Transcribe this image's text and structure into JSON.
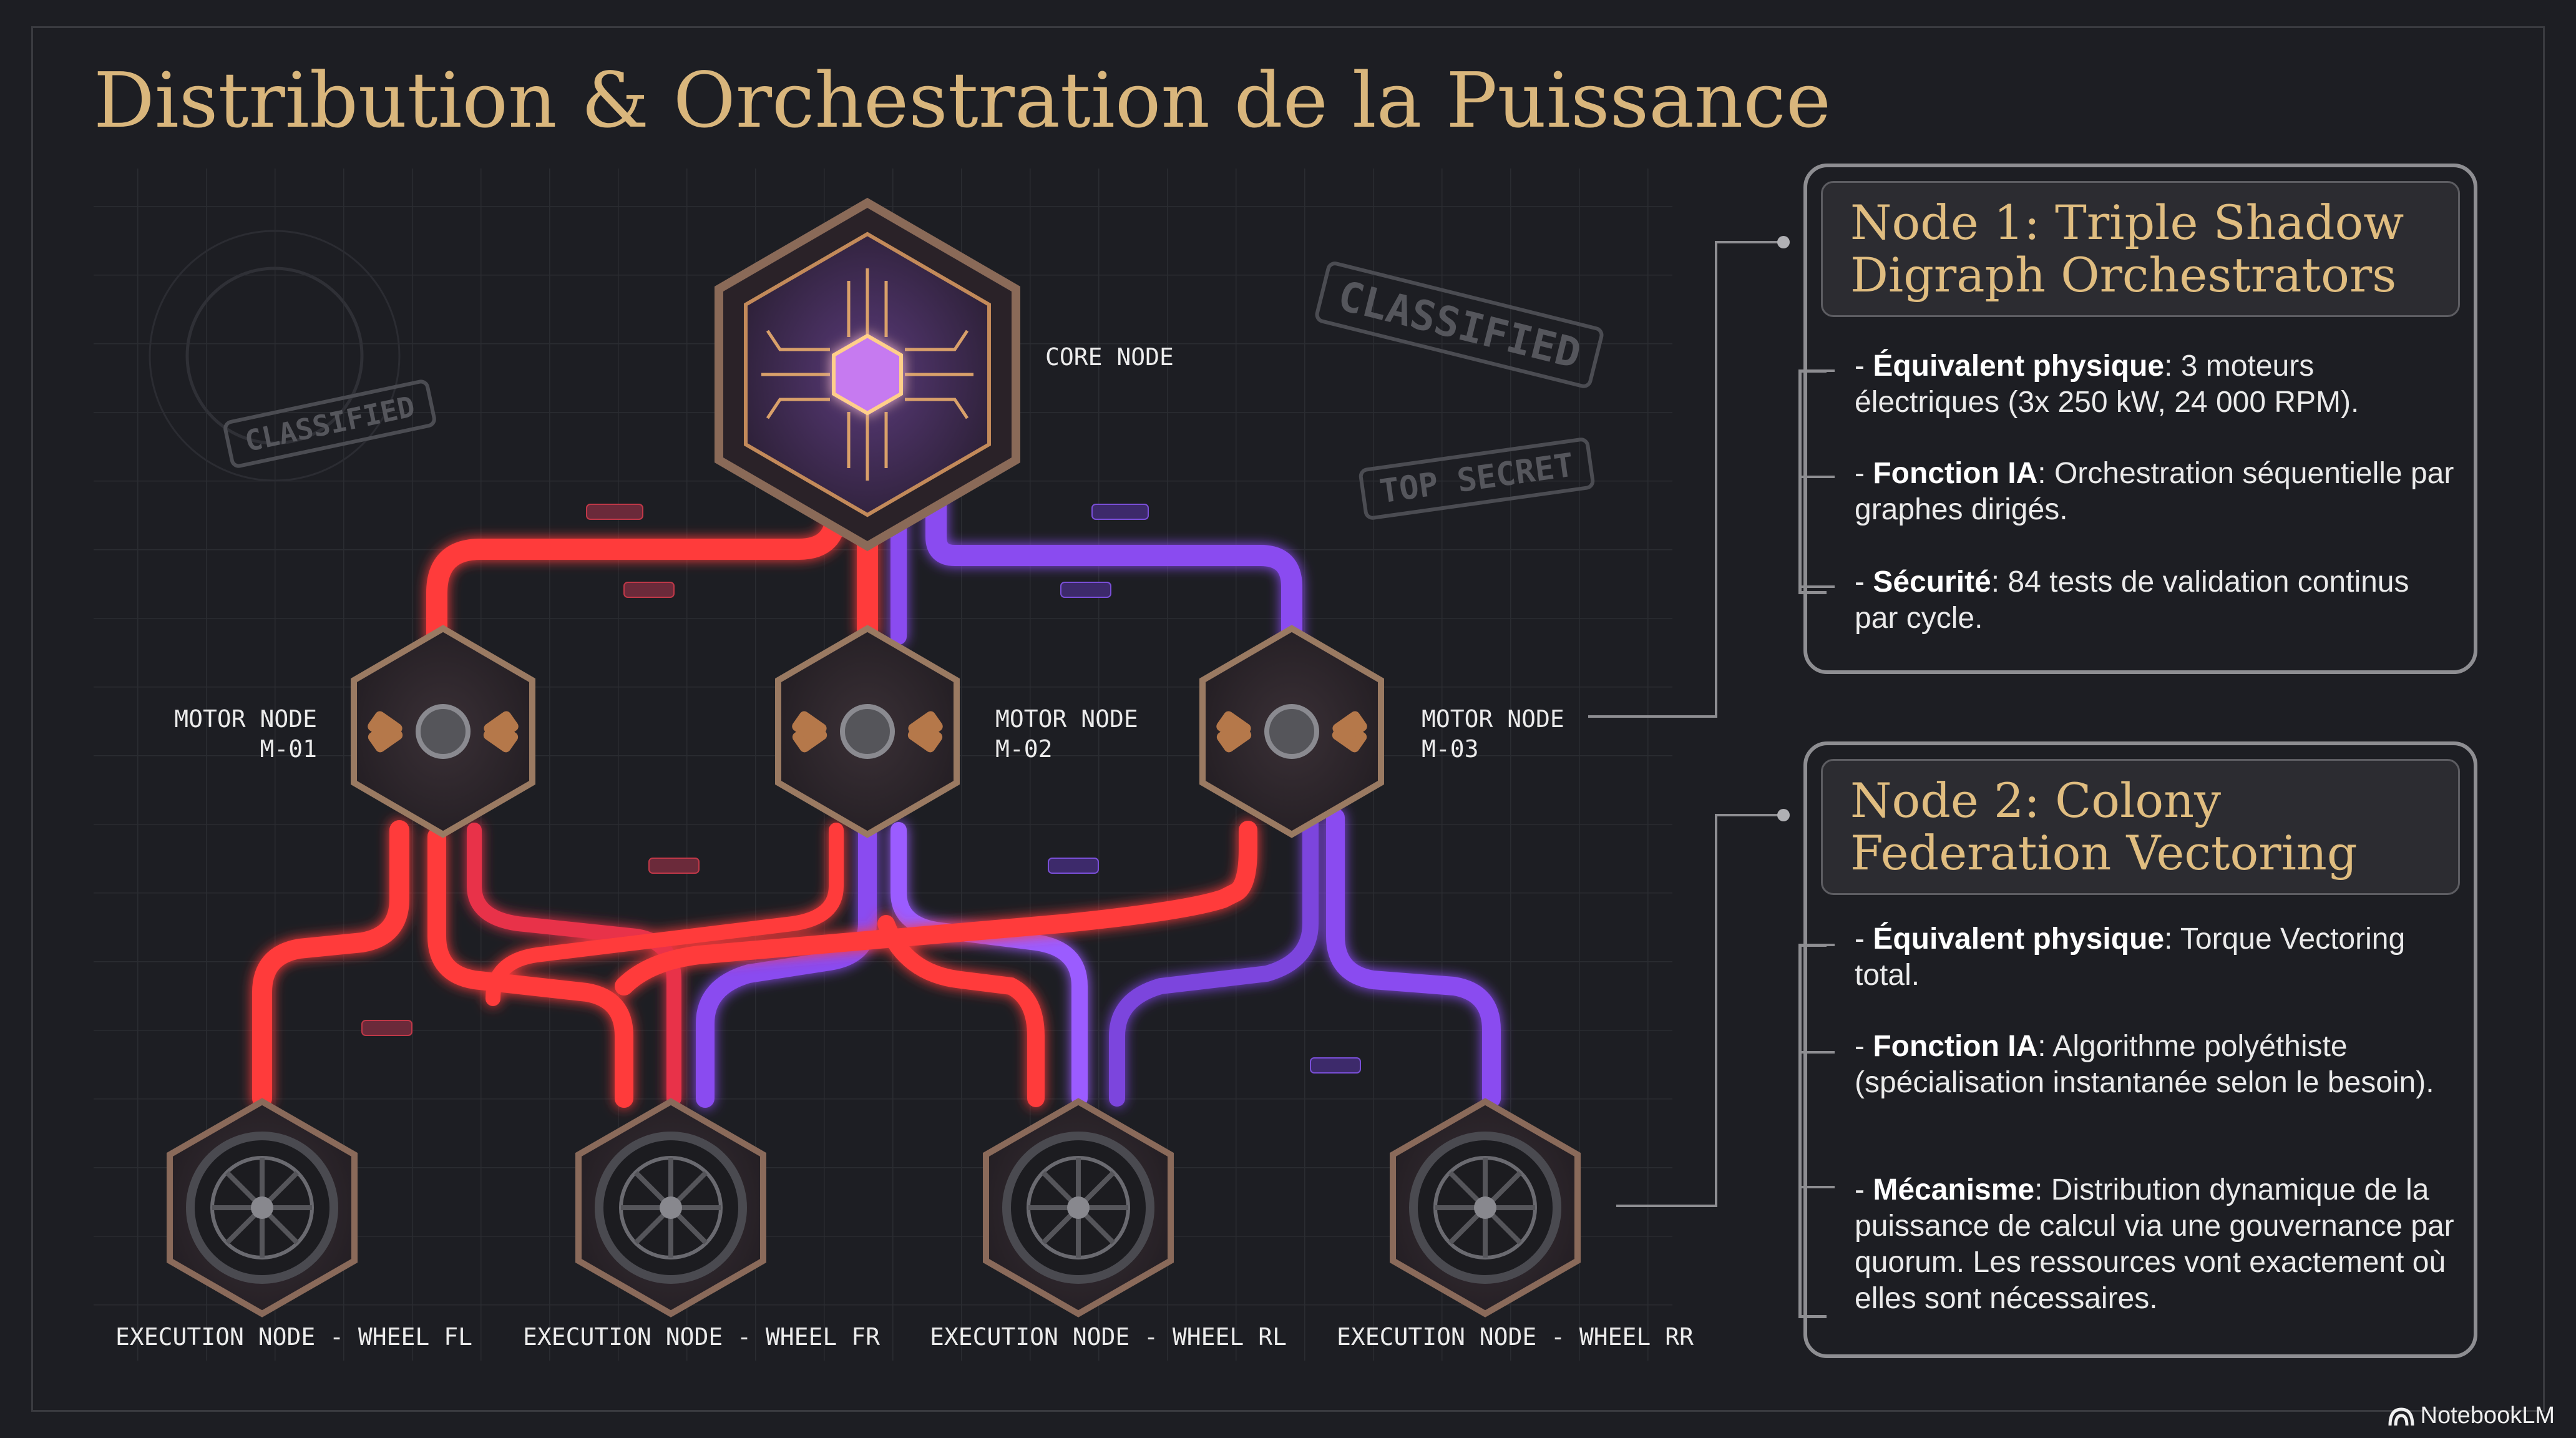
{
  "title": "Distribution & Orchestration de la Puissance",
  "diagram": {
    "core": "CORE NODE",
    "motors": [
      {
        "line1": "MOTOR NODE",
        "line2": "M-01"
      },
      {
        "line1": "MOTOR NODE",
        "line2": "M-02"
      },
      {
        "line1": "MOTOR NODE",
        "line2": "M-03"
      }
    ],
    "wheels": [
      "EXECUTION NODE - WHEEL FL",
      "EXECUTION NODE - WHEEL FR",
      "EXECUTION NODE - WHEEL RL",
      "EXECUTION NODE - WHEEL RR"
    ],
    "stamps": [
      "CLASSIFIED",
      "CLASSIFIED",
      "TOP SECRET"
    ]
  },
  "panels": [
    {
      "title": "Node 1: Triple Shadow Digraph Orchestrators",
      "bullets": [
        {
          "label": "Équivalent physique",
          "text": ": 3 moteurs électriques (3x 250 kW, 24 000 RPM)."
        },
        {
          "label": "Fonction IA",
          "text": ": Orchestration séquentielle par graphes dirigés."
        },
        {
          "label": "Sécurité",
          "text": ": 84 tests de validation continus par cycle."
        }
      ]
    },
    {
      "title": "Node 2: Colony Federation Vectoring",
      "bullets": [
        {
          "label": "Équivalent physique",
          "text": ": Torque Vectoring total."
        },
        {
          "label": "Fonction IA",
          "text": ": Algorithme polyéthiste (spécialisation instantanée selon le besoin)."
        },
        {
          "label": "Mécanisme",
          "text": ": Distribution dynamique de la puissance de calcul via une gouvernance par quorum. Les ressources vont exactement où elles sont nécessaires."
        }
      ]
    }
  ],
  "branding": "NotebookLM",
  "colors": {
    "background": "#1d1e23",
    "title_gold": "#d9b67c",
    "red_pipe": "#ff3b3b",
    "purple_pipe": "#9b5bff",
    "node_copper": "#b5784a"
  }
}
